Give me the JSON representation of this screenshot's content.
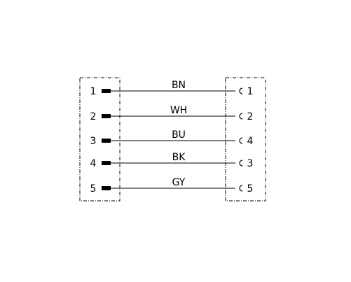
{
  "connections": [
    {
      "left_pin": "1",
      "wire_color": "BN",
      "right_pin": "1"
    },
    {
      "left_pin": "2",
      "wire_color": "WH",
      "right_pin": "2"
    },
    {
      "left_pin": "3",
      "wire_color": "BU",
      "right_pin": "4"
    },
    {
      "left_pin": "4",
      "wire_color": "BK",
      "right_pin": "3"
    },
    {
      "left_pin": "5",
      "wire_color": "GY",
      "right_pin": "5"
    }
  ],
  "line_color": "#000000"
}
